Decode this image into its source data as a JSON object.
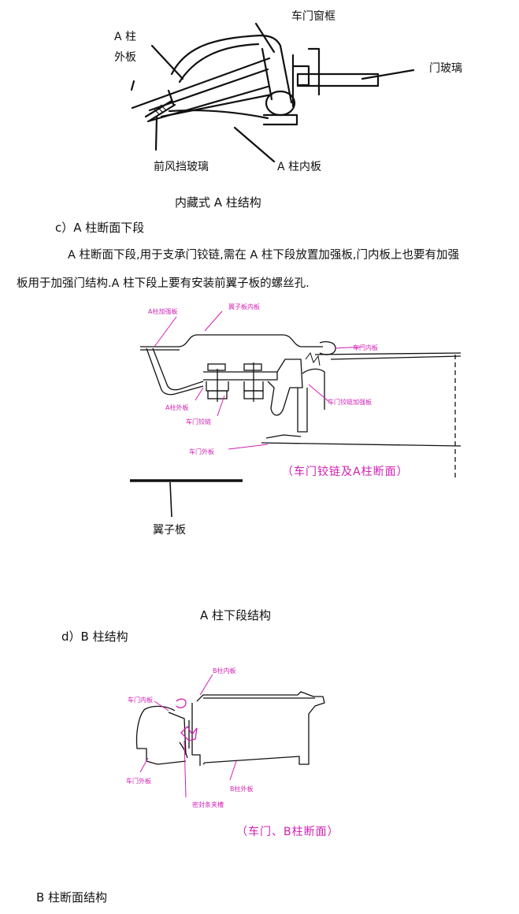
{
  "figure1": {
    "labels": {
      "a_pillar_outer": "A 柱\n外板",
      "door_frame": "车门窗框",
      "door_glass": "门玻璃",
      "windshield": "前风挡玻璃",
      "a_pillar_inner": "A 柱内板"
    },
    "caption": "内藏式 A 柱结构"
  },
  "section_c": {
    "heading": "c）A 柱断面下段",
    "paragraph_line1": "A 柱断面下段,用于支承门铰链,需在 A 柱下段放置加强板,门内板上也要有加强",
    "paragraph_line2": "板用于加强门结构.A 柱下段上要有安装前翼子板的螺丝孔."
  },
  "figure2": {
    "labels": {
      "reinforcement": "A柱加强板",
      "fender_inner": "翼子板内板",
      "door_inner": "车门内板",
      "a_pillar_outer": "A柱外板",
      "hinge": "车门铰链",
      "hinge_reinforcement": "车门铰链加强板",
      "door_outer": "车门外板",
      "fender": "翼子板"
    },
    "figure_caption": "（车门铰链及A柱断面）",
    "caption": "A 柱下段结构"
  },
  "section_d": {
    "heading": "d）B 柱结构"
  },
  "figure3": {
    "labels": {
      "b_pillar_inner": "B柱内板",
      "door_inner": "车门内板",
      "door_outer": "车门外板",
      "b_pillar_outer": "B柱外板",
      "seal": "密封条夹槽"
    },
    "figure_caption": "（车门、B柱断面）",
    "caption": "B 柱断面结构"
  }
}
